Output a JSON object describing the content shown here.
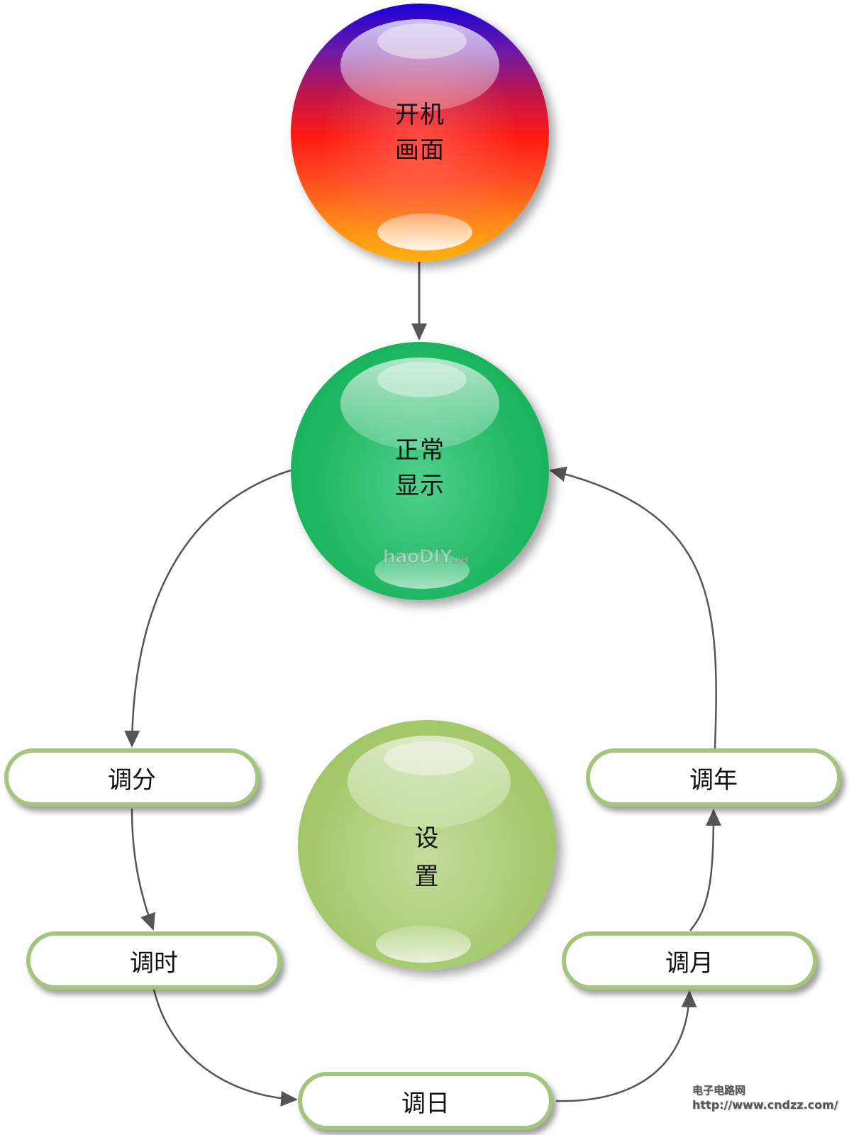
{
  "diagram": {
    "nodes": {
      "startup": {
        "label_line1": "开机",
        "label_line2": "画面",
        "shape": "orb",
        "color": "#ff1b10"
      },
      "normal": {
        "label_line1": "正常",
        "label_line2": "显示",
        "shape": "orb",
        "color": "#0aac4e"
      },
      "settings": {
        "label_line1": "设",
        "label_line2": "置",
        "shape": "orb",
        "color": "#93bd55"
      },
      "minute": {
        "label": "调分",
        "shape": "pill"
      },
      "hour": {
        "label": "调时",
        "shape": "pill"
      },
      "day": {
        "label": "调日",
        "shape": "pill"
      },
      "month": {
        "label": "调月",
        "shape": "pill"
      },
      "year": {
        "label": "调年",
        "shape": "pill"
      }
    },
    "edges": [
      {
        "from": "开机画面",
        "to": "正常显示"
      },
      {
        "from": "正常显示",
        "to": "调分"
      },
      {
        "from": "调分",
        "to": "调时"
      },
      {
        "from": "调时",
        "to": "调日"
      },
      {
        "from": "调日",
        "to": "调月"
      },
      {
        "from": "调月",
        "to": "调年"
      },
      {
        "from": "调年",
        "to": "正常显示"
      }
    ],
    "pill_border_color": "#a3c57c",
    "connector_color": "#555555"
  },
  "watermark": {
    "text": "haoDIY",
    "suffix": ".net"
  },
  "footer": {
    "site_name": "电子电路网",
    "url": "http://www.cndzz.com/"
  }
}
